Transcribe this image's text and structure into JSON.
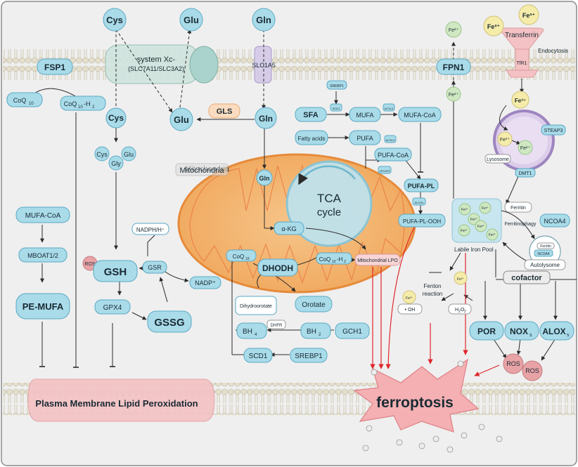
{
  "colors": {
    "node_fill": "#a9dbe9",
    "node_stroke": "#5aa9c4",
    "background": "#efefef",
    "membrane_head": "#ddd8c3",
    "mito_fill": "#f2b774",
    "mito_stroke": "#e68a3a",
    "ros_fill": "#e8a3a6",
    "ferroptosis_fill": "#f4b0b3",
    "red_arrow": "#e0262a",
    "fe_green": "#cfe8c2",
    "fe_yellow": "#f6ecaa",
    "lysosome_fill": "#dccdea"
  },
  "labels": {
    "cys_out": "Cys",
    "glu_out": "Glu",
    "gln_out": "Gln",
    "fe3_a": "Fe³⁺",
    "fe3_b": "Fe³⁺",
    "transferrin": "Transferrin",
    "endocytosis": "Endocytosis",
    "tfr1": "TfR1",
    "fsp1": "FSP1",
    "system_xc": "system Xc-",
    "system_xc_sub": "(SLC7A11/SLC3A2)",
    "slc1a5": "SLC1A5",
    "fpn1": "FPN1",
    "fe2_top": "Fe²⁺",
    "fe2_mid": "Fe²⁺",
    "coq10": "CoQ",
    "coq10_sub": "10",
    "coq10h2": "CoQ",
    "coq10h2_sub": "10",
    "coq10h2_tail": "-H",
    "coq10h2_tail_sub": "2",
    "cys_in": "Cys",
    "glu_in": "Glu",
    "gls": "GLS",
    "gln_in": "Gln",
    "srebp1_top": "SREBP1",
    "sfa": "SFA",
    "scd1_small": "SCD1",
    "mufa": "MUFA",
    "acsl3": "ACSL3",
    "mufa_coa": "MUFA-CoA",
    "fatty_acids": "Fatty acids",
    "pufa": "PUFA",
    "acsl4": "ACSL4",
    "pufa_coa": "PUFA-CoA",
    "lpcat3": "LPCAT3",
    "pufa_pl": "PUFA-PL",
    "alox": "ALOXs",
    "pufa_pl_ooh": "PUFA-PL-OOH",
    "fe3_lys": "Fe³⁺",
    "steap3": "STEAP3",
    "fe3_in_lys": "Fe³⁺",
    "fe2_in_lys": "Fe²⁺",
    "lysosome": "Lysosome",
    "dmt1": "DMT1",
    "gly": "Gly",
    "cys_c": "Cys",
    "glu_c": "Glu",
    "mitochondria": "Mitochondria",
    "gln_mito": "Gln",
    "tca": "TCA",
    "cycle": "cycle",
    "akg": "α-KG",
    "nadph": "NADPH/H⁺",
    "mufa_coa_left": "MUFA-CoA",
    "mboat": "MBOAT1/2",
    "pe_mufa": "PE-MUFA",
    "ros_gsh": "ROS",
    "gsh": "GSH",
    "gsr": "GSR",
    "nadp": "NADP⁺",
    "coq10_mito": "CoQ",
    "coq10_mito_sub": "10",
    "dhodh": "DHODH",
    "coq10h2_mito": "CoQ",
    "coq10h2_mito_sub": "10",
    "coq10h2_mito_tail": "-H",
    "coq10h2_mito_tail_sub": "2",
    "mito_lpo": "Mitochondrial LPO",
    "ferritin": "Ferritin",
    "ferritinophagy": "Ferritinophagy",
    "ncoa4": "NCOA4",
    "ferritin_small": "Ferritin",
    "ncoa4_small": "NCOA4",
    "autolysome": "Autolysome",
    "labile_iron_pool": "Labile Iron Pool",
    "fe_lip": [
      "Fe²⁺",
      "Fe³⁺",
      "Fe²⁺",
      "Fe²⁺",
      "Fe³⁺",
      "Fe²⁺"
    ],
    "gpx4": "GPX4",
    "gssg": "GSSG",
    "dihydroorotate": "Dihydroorotate",
    "orotate": "Orotate",
    "fe2_fenton": "Fe²⁺",
    "fe3_fenton": "Fe³⁺",
    "fenton": "Fenton",
    "reaction": "reaction",
    "oh": "• OH",
    "h2o2": "H",
    "h2o2_sub": "2",
    "h2o2_tail": "O",
    "h2o2_tail_sub": "2",
    "cofactor": "cofactor",
    "dhfr": "DHFR",
    "bh4": "BH",
    "bh4_sub": "4",
    "bh2": "BH",
    "bh2_sub": "2",
    "gch1": "GCH1",
    "por": "POR",
    "nox": "NOX",
    "nox_sub": "s",
    "alox_r": "ALOX",
    "alox_r_sub": "s",
    "ros_1": "ROS",
    "ros_2": "ROS",
    "scd1": "SCD1",
    "srebp1": "SREBP1",
    "plasma_membrane_lpo": "Plasma Membrane Lipid Peroxidation",
    "ferroptosis": "ferroptosis"
  }
}
